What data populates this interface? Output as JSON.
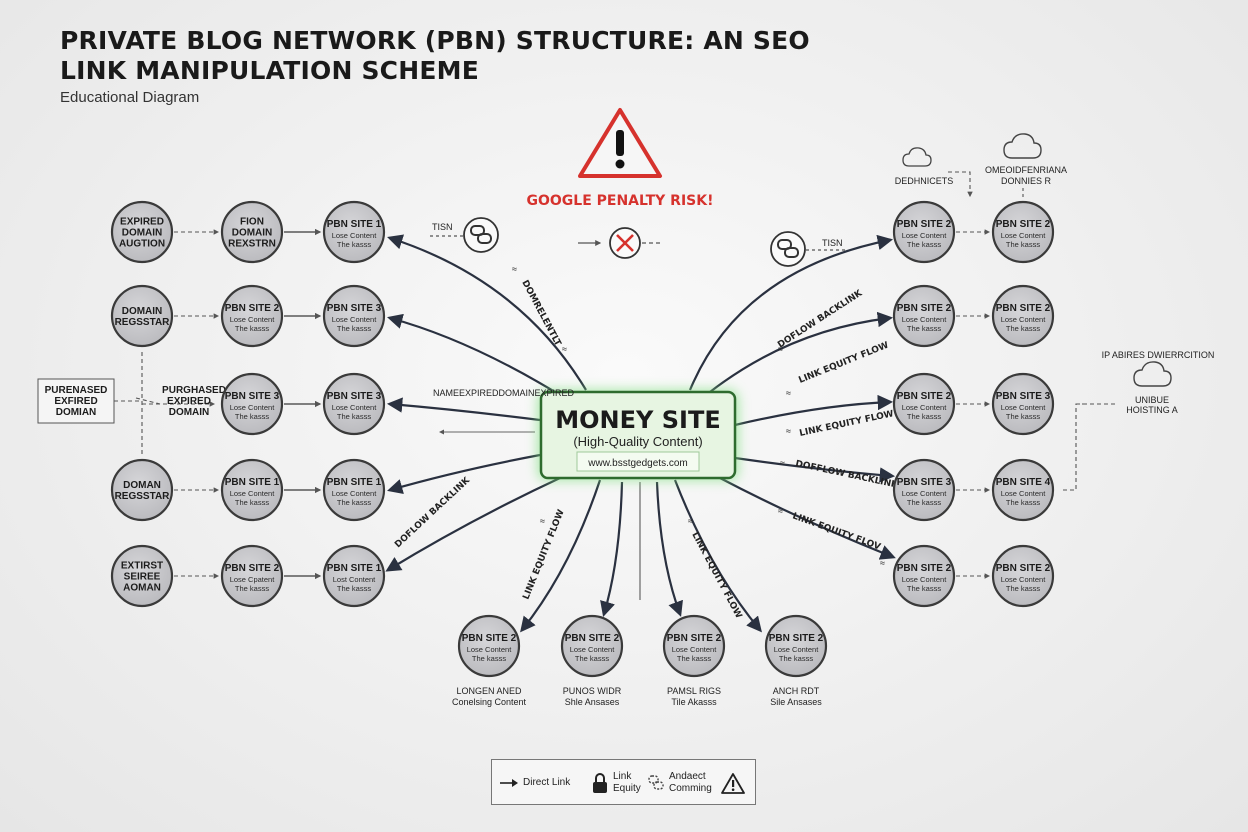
{
  "header": {
    "title": "PRIVATE BLOG NETWORK (PBN) STRUCTURE: AN SEO LINK MANIPULATION SCHEME",
    "subtitle": "Educational Diagram"
  },
  "warning": {
    "label": "GOOGLE PENALTY RISK!"
  },
  "money_site": {
    "title": "MONEY SITE",
    "subtitle": "(High-Quality Content)",
    "url": "www.bsstgedgets.com"
  },
  "left_sources": [
    {
      "lines": [
        "EXPIRED",
        "DOMAIN",
        "AUGTION"
      ]
    },
    {
      "lines": [
        "DOMAIN",
        "REGSSTAR"
      ]
    },
    {
      "lines": [
        "DOMAN",
        "REGSSTAR"
      ]
    },
    {
      "lines": [
        "EXTIRST",
        "SEIREE",
        "AOMAN"
      ]
    }
  ],
  "left_middle": [
    {
      "lines": [
        "FION",
        "DOMAIN",
        "REXSTRN"
      ]
    },
    {
      "title": "PBN SITE 2",
      "sub": [
        "Lose Content",
        "The kasss"
      ]
    },
    {
      "title": "PBN SITE 3",
      "sub": [
        "Lose Content",
        "The kasss"
      ]
    },
    {
      "title": "PBN SITE 1",
      "sub": [
        "Lose Content",
        "The kasss"
      ]
    },
    {
      "title": "PBN SITE 2",
      "sub": [
        "Lose Cpatent",
        "The kasss"
      ]
    }
  ],
  "left_pbn": [
    {
      "title": "PBN SITE 1",
      "sub": [
        "Lose Content",
        "The kasss"
      ]
    },
    {
      "title": "PBN SITE 3",
      "sub": [
        "Lose Content",
        "The kasss"
      ]
    },
    {
      "title": "PBN SITE 3",
      "sub": [
        "Lose Content",
        "The kasss"
      ]
    },
    {
      "title": "PBN SITE 1",
      "sub": [
        "Lose Content",
        "The kasss"
      ]
    },
    {
      "title": "PBN SITE 1",
      "sub": [
        "Lost Content",
        "The kasss"
      ]
    }
  ],
  "purchased_box": {
    "lines": [
      "PURENASED",
      "EXFIRED",
      "DOMIAN"
    ]
  },
  "purchased_label": {
    "lines": [
      "PURGHASED",
      "EXPIRED",
      "DOMAIN"
    ]
  },
  "right_inner": [
    {
      "title": "PBN SITE 2",
      "sub": [
        "Lose Content",
        "The kasss"
      ]
    },
    {
      "title": "PBN SITE 2",
      "sub": [
        "Lose Content",
        "The kasss"
      ]
    },
    {
      "title": "PBN SITE 2",
      "sub": [
        "Lose Content",
        "The kasss"
      ]
    },
    {
      "title": "PBN SITE 3",
      "sub": [
        "Lose Content",
        "The kasss"
      ]
    },
    {
      "title": "PBN SITE 2",
      "sub": [
        "Lose Content",
        "The kasss"
      ]
    }
  ],
  "right_outer": [
    {
      "title": "PBN SITE 2",
      "sub": [
        "Lose Content",
        "The kasss"
      ]
    },
    {
      "title": "PBN SITE 2",
      "sub": [
        "Lose Content",
        "The kasss"
      ]
    },
    {
      "title": "PBN SITE 3",
      "sub": [
        "Lose Content",
        "The kasss"
      ]
    },
    {
      "title": "PBN SITE 4",
      "sub": [
        "Lose Content",
        "The kasss"
      ]
    },
    {
      "title": "PBN SITE 2",
      "sub": [
        "Lose Content",
        "The kasss"
      ]
    }
  ],
  "bottom_pbn": [
    {
      "title": "PBN SITE 2",
      "sub": [
        "Lose Content",
        "The kasss"
      ],
      "caption": [
        "LONGEN ANED",
        "Conelsing Content"
      ]
    },
    {
      "title": "PBN SITE 2",
      "sub": [
        "Lose Content",
        "The kasss"
      ],
      "caption": [
        "PUNOS WIDR",
        "Shle Ansases"
      ]
    },
    {
      "title": "PBN SITE 2",
      "sub": [
        "Lose Content",
        "The kasss"
      ],
      "caption": [
        "PAMSL RIGS",
        "Tile Akasss"
      ]
    },
    {
      "title": "PBN SITE 2",
      "sub": [
        "Lose Content",
        "The kasss"
      ],
      "caption": [
        "ANCH RDT",
        "Sile Ansases"
      ]
    }
  ],
  "arrow_labels": {
    "left_diag": "DOFLOW BACKLINK",
    "left_upper": "DOMRELENTLT",
    "left_mid_small": "NAMEEXPIREDDOMAINEXPIRED",
    "right_1": "DOFLOW BACKLINK",
    "right_2": "LINK EQUITY FLOW",
    "right_3": "LINK EQUITY FLOW",
    "right_4": "DOFFLOW BACKLINK",
    "right_5": "LINK EQUITY FLOV",
    "bottom_1": "LINK EQUITY FLOW",
    "bottom_2": "LINK EQUITY FLOW",
    "tisn_left": "TISN",
    "tisn_right": "TISN"
  },
  "top_right": {
    "label_1": "DEDHNICETS",
    "label_2_lines": [
      "OMEOIDFENRIANA",
      "DONNIES R"
    ]
  },
  "far_right": {
    "label_top": "IP ABIRES DWIERRCITION",
    "label_bottom_lines": [
      "UNIBUE",
      "HOISTING A"
    ]
  },
  "legend": {
    "direct_link": "Direct Link",
    "link_equity": [
      "Link",
      "Equity"
    ],
    "andaect": [
      "Andaect",
      "Comming"
    ]
  },
  "colors": {
    "node_fill": "#c8c8cb",
    "node_stroke": "#3a3a3a",
    "money_border": "#2e6b2e",
    "money_glow": "#7ee07e",
    "warning_red": "#d6322d",
    "arrow": "#2a3140"
  }
}
